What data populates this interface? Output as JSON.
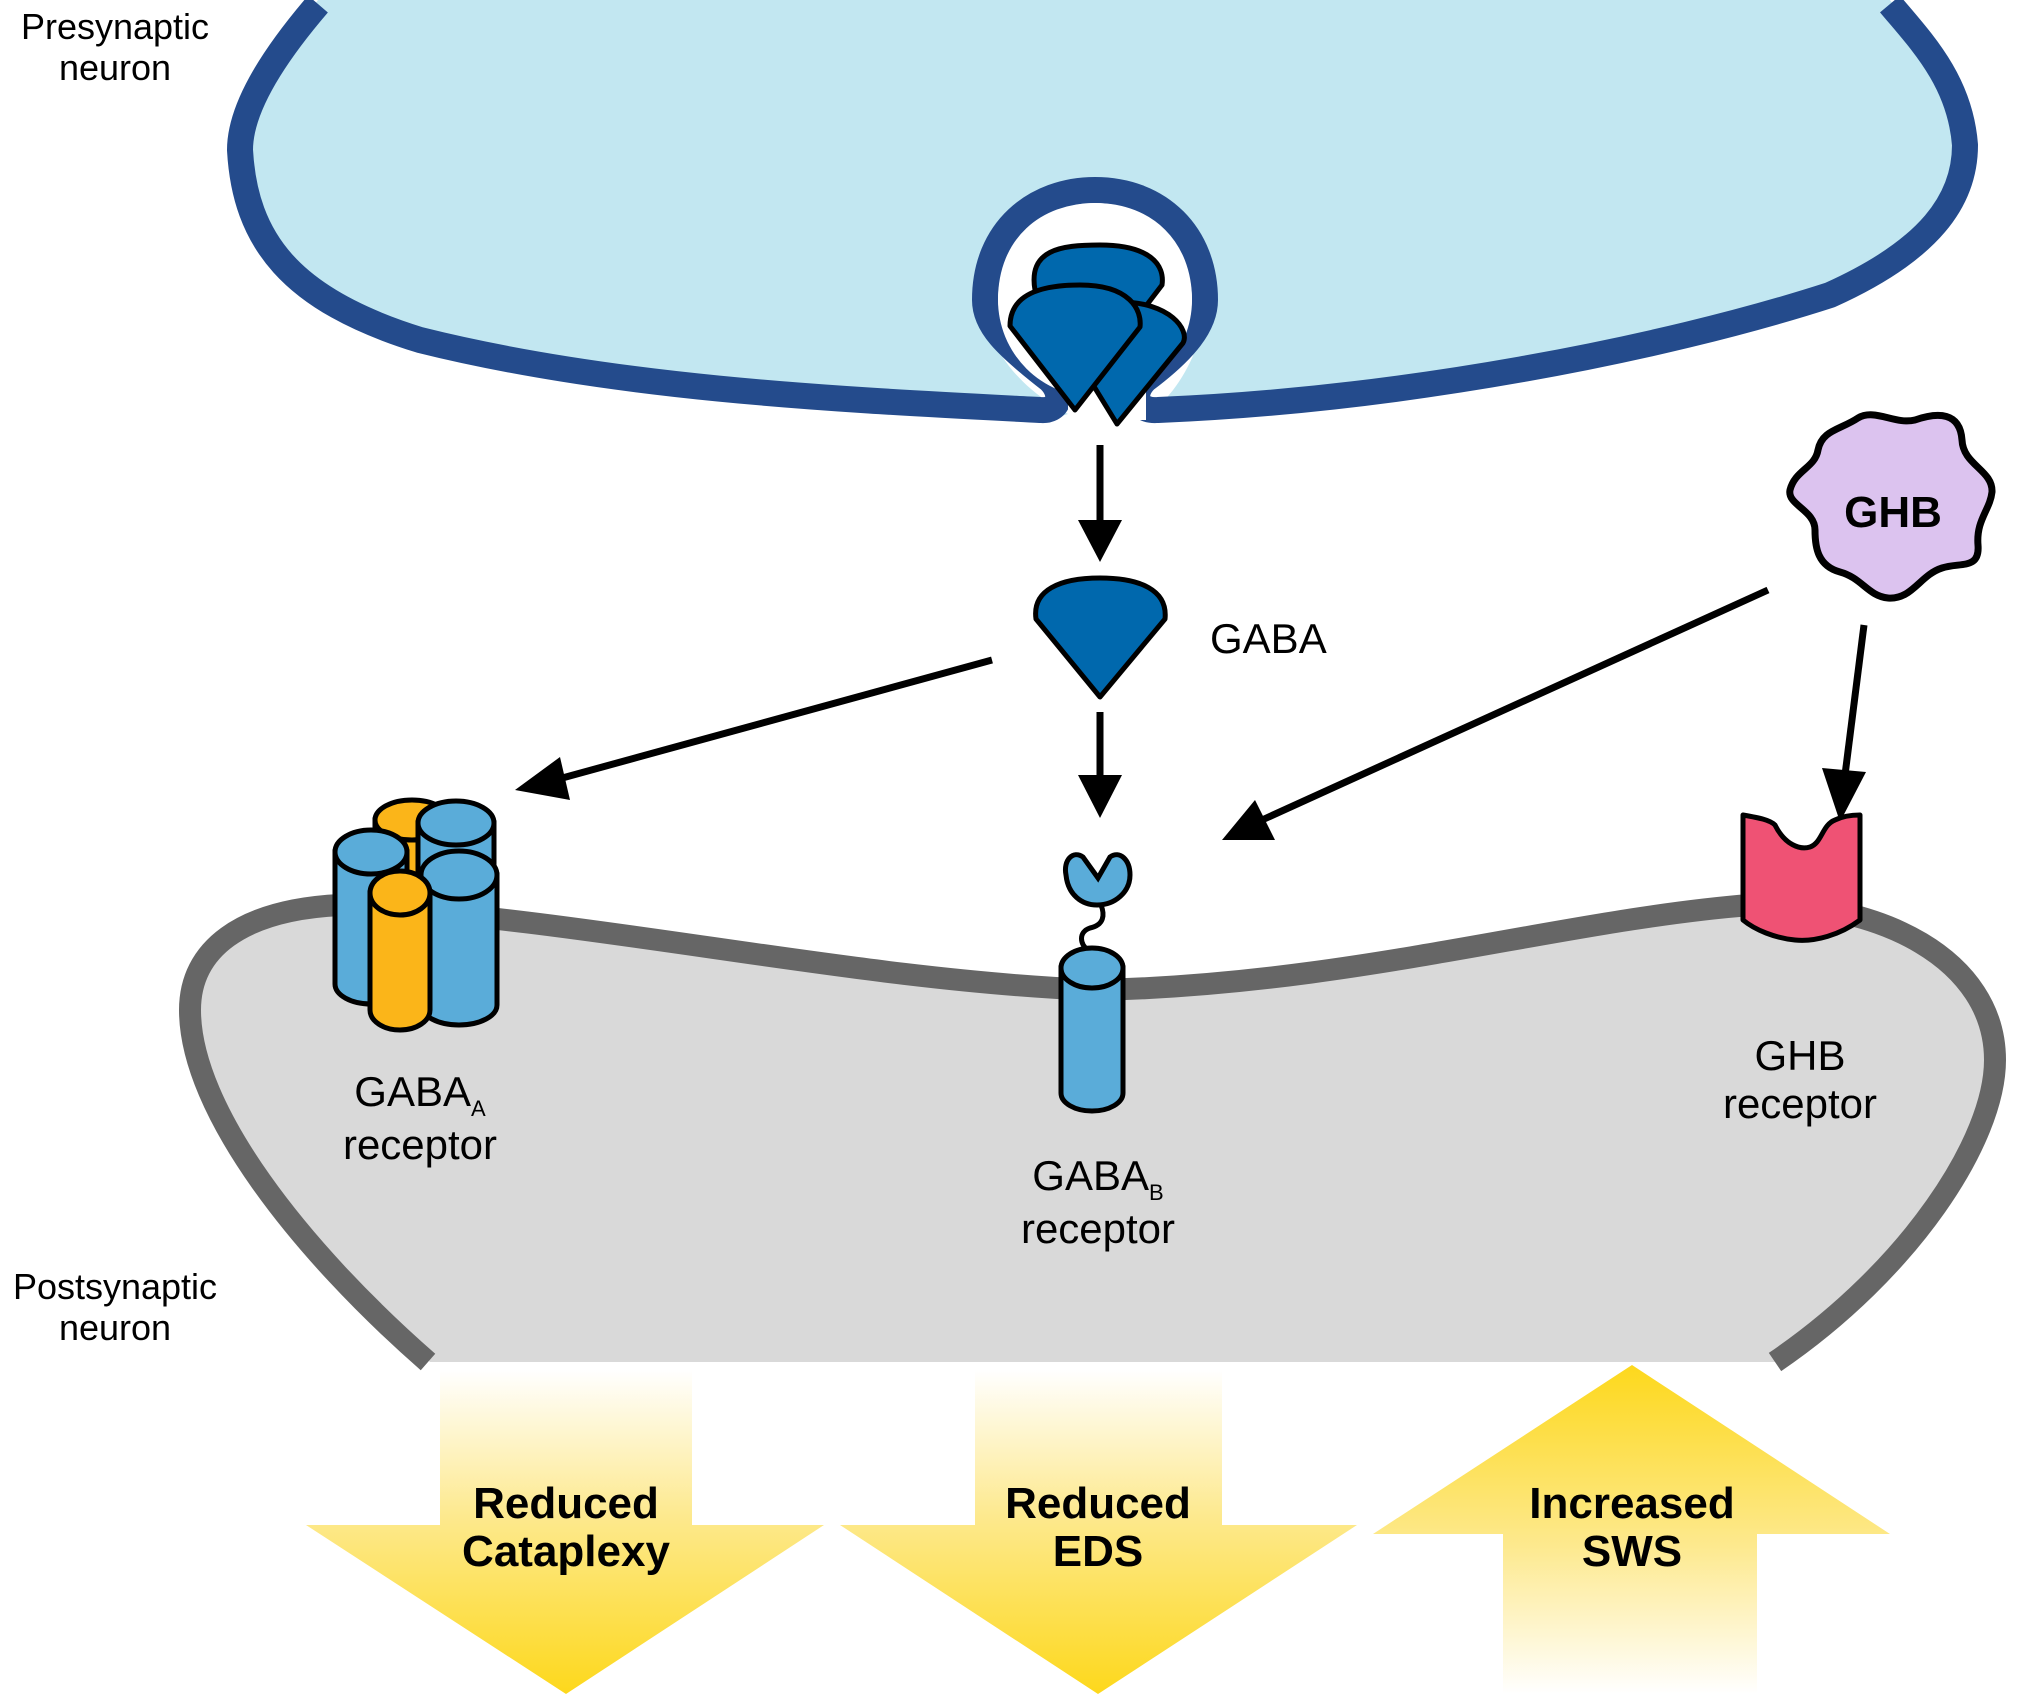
{
  "labels": {
    "presynaptic": [
      "Presynaptic",
      "neuron"
    ],
    "postsynaptic": [
      "Postsynaptic",
      "neuron"
    ],
    "gaba": "GABA",
    "ghb": "GHB",
    "gabaa_receptor": {
      "name": "GABA",
      "sub": "A",
      "line2": "receptor"
    },
    "gabab_receptor": {
      "name": "GABA",
      "sub": "B",
      "line2": "receptor"
    },
    "ghb_receptor": [
      "GHB",
      "receptor"
    ]
  },
  "effects": [
    {
      "line1": "Reduced",
      "line2": "Cataplexy",
      "direction": "down"
    },
    {
      "line1": "Reduced",
      "line2": "EDS",
      "direction": "down"
    },
    {
      "line1": "Increased",
      "line2": "SWS",
      "direction": "up"
    }
  ],
  "colors": {
    "presynaptic_fill": "#c2e7f1",
    "presynaptic_stroke": "#244b8c",
    "postsynaptic_fill": "#d9d9d9",
    "postsynaptic_stroke": "#666666",
    "gaba_molecule": "#0068ad",
    "receptor_blue": "#5aacd9",
    "receptor_orange": "#fbb519",
    "ghb_blob": "#dcc3ef",
    "ghb_receptor": "#ef5274",
    "effect_yellow": "#fdd81c"
  }
}
